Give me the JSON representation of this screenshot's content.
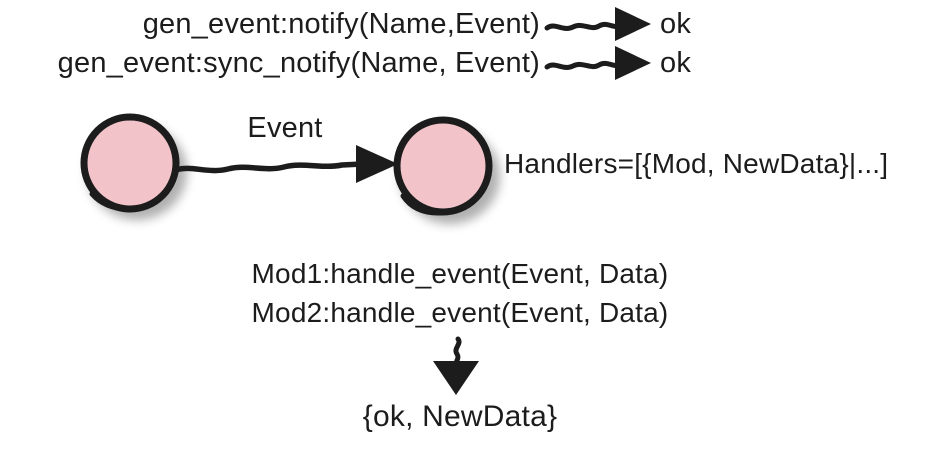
{
  "colors": {
    "ink": "#1c1c1c",
    "circle_fill": "#f2c3c8",
    "shadow": "#6f6f6f",
    "background": "#ffffff"
  },
  "top_calls": [
    {
      "label": "gen_event:notify(Name,Event)",
      "result": "ok"
    },
    {
      "label": "gen_event:sync_notify(Name, Event)",
      "result": "ok"
    }
  ],
  "event_flow": {
    "arrow_label": "Event",
    "handlers_label": "Handlers=[{Mod, NewData}|...]"
  },
  "handler_calls": [
    "Mod1:handle_event(Event, Data)",
    "Mod2:handle_event(Event, Data)"
  ],
  "result_label": "{ok, NewData}"
}
